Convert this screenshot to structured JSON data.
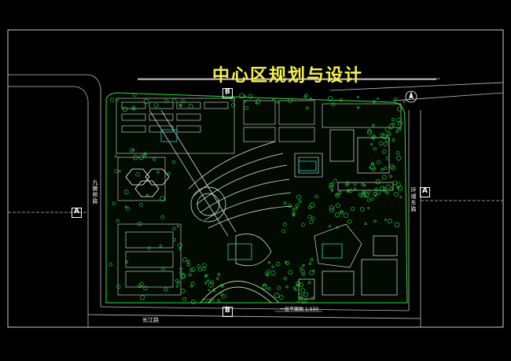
{
  "title": "中心区规划与设计",
  "roads": {
    "west": "九狮桥路",
    "east": "环城东路",
    "south": "长江路"
  },
  "section_markers": {
    "a_left": "A",
    "a_right": "A",
    "b_top": "B",
    "b_bottom": "B"
  },
  "plan_caption": "一层平面图  1:500",
  "colors": {
    "background": "#000000",
    "title": "#f6f24a",
    "linework": "#ffffff",
    "vegetation": "#22c33a",
    "buildings": "#19d6c8"
  },
  "icons": [
    "north-arrow-icon"
  ]
}
